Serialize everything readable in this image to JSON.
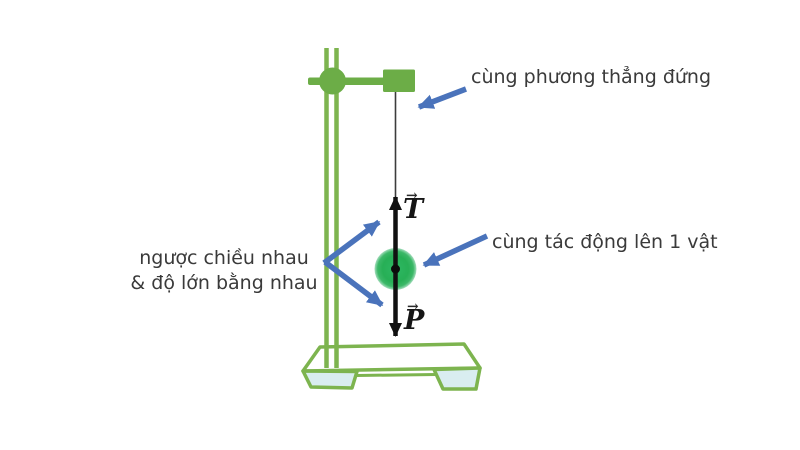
{
  "figure": {
    "description": "Physics diagram: ball hanging by a string from a lab stand, showing balanced forces",
    "background": "#ffffff"
  },
  "annotations": {
    "direction": {
      "text": "cùng phương thẳng đứng"
    },
    "same_object": {
      "text": "cùng tác động lên 1 vật"
    },
    "opposite_equal": {
      "line1": "ngược chiều nhau",
      "line2": "& độ lớn bằng nhau"
    }
  },
  "forces": {
    "tension": {
      "symbol": "T",
      "direction": "up"
    },
    "weight": {
      "symbol": "P",
      "direction": "down"
    },
    "vector_arrow_glyph": "→"
  },
  "colors": {
    "stand_green": "#7db44f",
    "clamp_green": "#6cad47",
    "ball_green": "#2bb25b",
    "base_feet_fill": "#d9edf0",
    "pointer_arrow_blue": "#4a73bb",
    "force_arrow_black": "#111111",
    "string_gray": "#3c3c3c",
    "text": "#3a3a3a"
  }
}
